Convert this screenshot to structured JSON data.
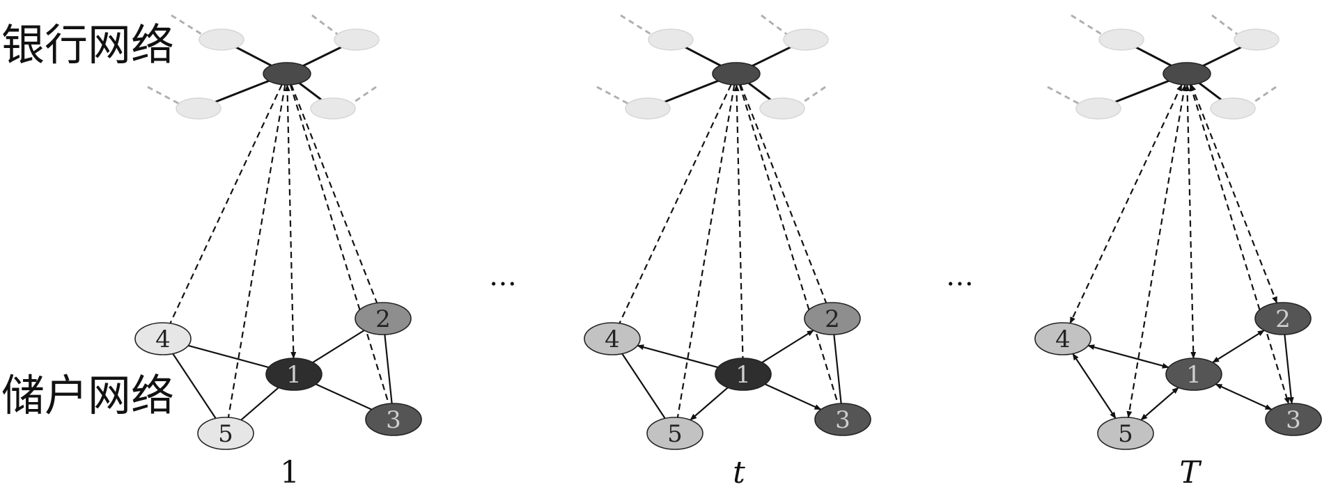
{
  "labels": {
    "bank_network": "银行网络",
    "depositor_network": "储户网络"
  },
  "ellipsis": [
    "…",
    "…"
  ],
  "colors": {
    "node_light": "#e6e6e6",
    "node_mid_light": "#c2c2c2",
    "node_mid": "#8e8e8e",
    "node_dark": "#555555",
    "node_darkest": "#2e2e2e",
    "bank_hub": "#4a4a4a",
    "bank_periph": "#e8e8e8",
    "edge": "#111111",
    "dashed_periph": "#b0b0b0"
  },
  "panels": [
    {
      "label": "1",
      "label_italic": false,
      "nodes": [
        {
          "id": "1",
          "shade": "node_darkest"
        },
        {
          "id": "2",
          "shade": "node_mid"
        },
        {
          "id": "3",
          "shade": "node_dark"
        },
        {
          "id": "4",
          "shade": "node_light"
        },
        {
          "id": "5",
          "shade": "node_light"
        }
      ],
      "edges": [
        {
          "from": "4",
          "to": "1",
          "arrow": "none"
        },
        {
          "from": "4",
          "to": "5",
          "arrow": "none"
        },
        {
          "from": "5",
          "to": "1",
          "arrow": "none"
        },
        {
          "from": "1",
          "to": "2",
          "arrow": "none"
        },
        {
          "from": "1",
          "to": "3",
          "arrow": "none"
        },
        {
          "from": "2",
          "to": "3",
          "arrow": "none"
        }
      ],
      "bank_links": [
        {
          "node": "4",
          "arrow": "none"
        },
        {
          "node": "5",
          "arrow": "none"
        },
        {
          "node": "1",
          "arrow": "both"
        },
        {
          "node": "2",
          "arrow": "none"
        },
        {
          "node": "3",
          "arrow": "none"
        }
      ]
    },
    {
      "label": "t",
      "label_italic": true,
      "nodes": [
        {
          "id": "1",
          "shade": "node_darkest"
        },
        {
          "id": "2",
          "shade": "node_mid"
        },
        {
          "id": "3",
          "shade": "node_dark"
        },
        {
          "id": "4",
          "shade": "node_mid_light"
        },
        {
          "id": "5",
          "shade": "node_mid_light"
        }
      ],
      "edges": [
        {
          "from": "1",
          "to": "4",
          "arrow": "end"
        },
        {
          "from": "4",
          "to": "5",
          "arrow": "none"
        },
        {
          "from": "1",
          "to": "5",
          "arrow": "end"
        },
        {
          "from": "1",
          "to": "2",
          "arrow": "end"
        },
        {
          "from": "1",
          "to": "3",
          "arrow": "end"
        },
        {
          "from": "2",
          "to": "3",
          "arrow": "none"
        }
      ],
      "bank_links": [
        {
          "node": "4",
          "arrow": "none"
        },
        {
          "node": "5",
          "arrow": "none"
        },
        {
          "node": "1",
          "arrow": "to_bank"
        },
        {
          "node": "2",
          "arrow": "none"
        },
        {
          "node": "3",
          "arrow": "none"
        }
      ]
    },
    {
      "label": "T",
      "label_italic": true,
      "nodes": [
        {
          "id": "1",
          "shade": "node_dark"
        },
        {
          "id": "2",
          "shade": "node_dark"
        },
        {
          "id": "3",
          "shade": "node_dark"
        },
        {
          "id": "4",
          "shade": "node_mid_light"
        },
        {
          "id": "5",
          "shade": "node_mid_light"
        }
      ],
      "edges": [
        {
          "from": "4",
          "to": "1",
          "arrow": "both"
        },
        {
          "from": "4",
          "to": "5",
          "arrow": "both"
        },
        {
          "from": "5",
          "to": "1",
          "arrow": "both"
        },
        {
          "from": "1",
          "to": "2",
          "arrow": "both"
        },
        {
          "from": "1",
          "to": "3",
          "arrow": "both"
        },
        {
          "from": "2",
          "to": "3",
          "arrow": "end"
        }
      ],
      "bank_links": [
        {
          "node": "4",
          "arrow": "both"
        },
        {
          "node": "5",
          "arrow": "both"
        },
        {
          "node": "1",
          "arrow": "both"
        },
        {
          "node": "2",
          "arrow": "both"
        },
        {
          "node": "3",
          "arrow": "both"
        }
      ]
    }
  ]
}
